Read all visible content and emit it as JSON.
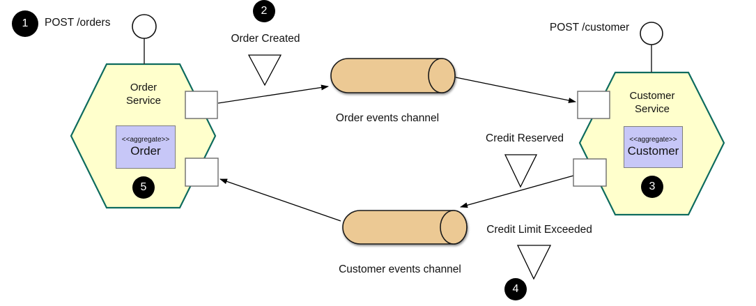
{
  "annotations": {
    "post_orders": "POST /orders",
    "post_customer": "POST /customer",
    "order_created": "Order Created",
    "credit_reserved": "Credit Reserved",
    "credit_limit_exceeded": "Credit Limit Exceeded"
  },
  "badges": {
    "step1": "1",
    "step2": "2",
    "step3": "3",
    "step4": "4",
    "step5": "5"
  },
  "services": {
    "order": {
      "name": "Order\nService",
      "aggregate_stereotype": "<<aggregate>>",
      "aggregate_name": "Order"
    },
    "customer": {
      "name": "Customer\nService",
      "aggregate_stereotype": "<<aggregate>>",
      "aggregate_name": "Customer"
    }
  },
  "channels": {
    "order": {
      "label": "Order events channel"
    },
    "customer": {
      "label": "Customer events channel"
    }
  },
  "colors": {
    "hexagon_fill": "#ffffcc",
    "hexagon_stroke": "#0d6b5e",
    "channel_fill": "#ecc994",
    "aggregate_fill": "#c7c7f7",
    "aggregate_border": "#7d7d7d",
    "badge_fill": "#000000",
    "badge_text": "#ffffff"
  }
}
